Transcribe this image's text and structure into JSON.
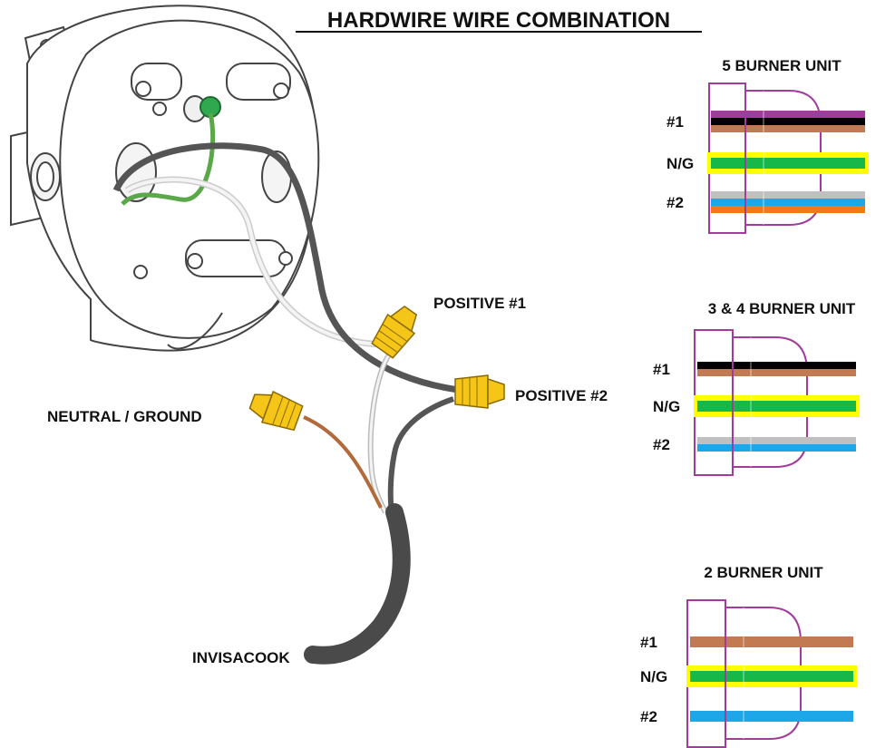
{
  "title": "HARDWIRE WIRE COMBINATION",
  "labels": {
    "positive_1": "POSITIVE #1",
    "positive_2": "POSITIVE #2",
    "neutral_ground": "NEUTRAL / GROUND",
    "cable": "INVISACOOK"
  },
  "units": [
    {
      "name": "5 BURNER UNIT",
      "rows": [
        {
          "label": "#1",
          "wires": [
            "#a23c9c",
            "#000000",
            "#c27a52"
          ]
        },
        {
          "label": "N/G",
          "wires": [
            "#16b84a"
          ],
          "highlight": "#ffff00"
        },
        {
          "label": "#2",
          "wires": [
            "#c0c0c0",
            "#1ea7e8",
            "#f07a14"
          ]
        }
      ]
    },
    {
      "name": "3 & 4 BURNER UNIT",
      "rows": [
        {
          "label": "#1",
          "wires": [
            "#000000",
            "#c27a52"
          ]
        },
        {
          "label": "N/G",
          "wires": [
            "#16b84a"
          ],
          "highlight": "#ffff00"
        },
        {
          "label": "#2",
          "wires": [
            "#c0c0c0",
            "#1ea7e8"
          ]
        }
      ]
    },
    {
      "name": "2 BURNER UNIT",
      "rows": [
        {
          "label": "#1",
          "wires": [
            "#c27a52"
          ]
        },
        {
          "label": "N/G",
          "wires": [
            "#16b84a"
          ],
          "highlight": "#ffff00"
        },
        {
          "label": "#2",
          "wires": [
            "#1ea7e8"
          ]
        }
      ]
    }
  ],
  "colors": {
    "connector": "#f5c518",
    "connector_stroke": "#8a6a00",
    "housing": "#a23c9c",
    "hot_wire": "#5a5a5a",
    "white_wire": "#e8e8e8",
    "ground_wire": "#5aa84a",
    "cable": "#4a4a4a"
  }
}
